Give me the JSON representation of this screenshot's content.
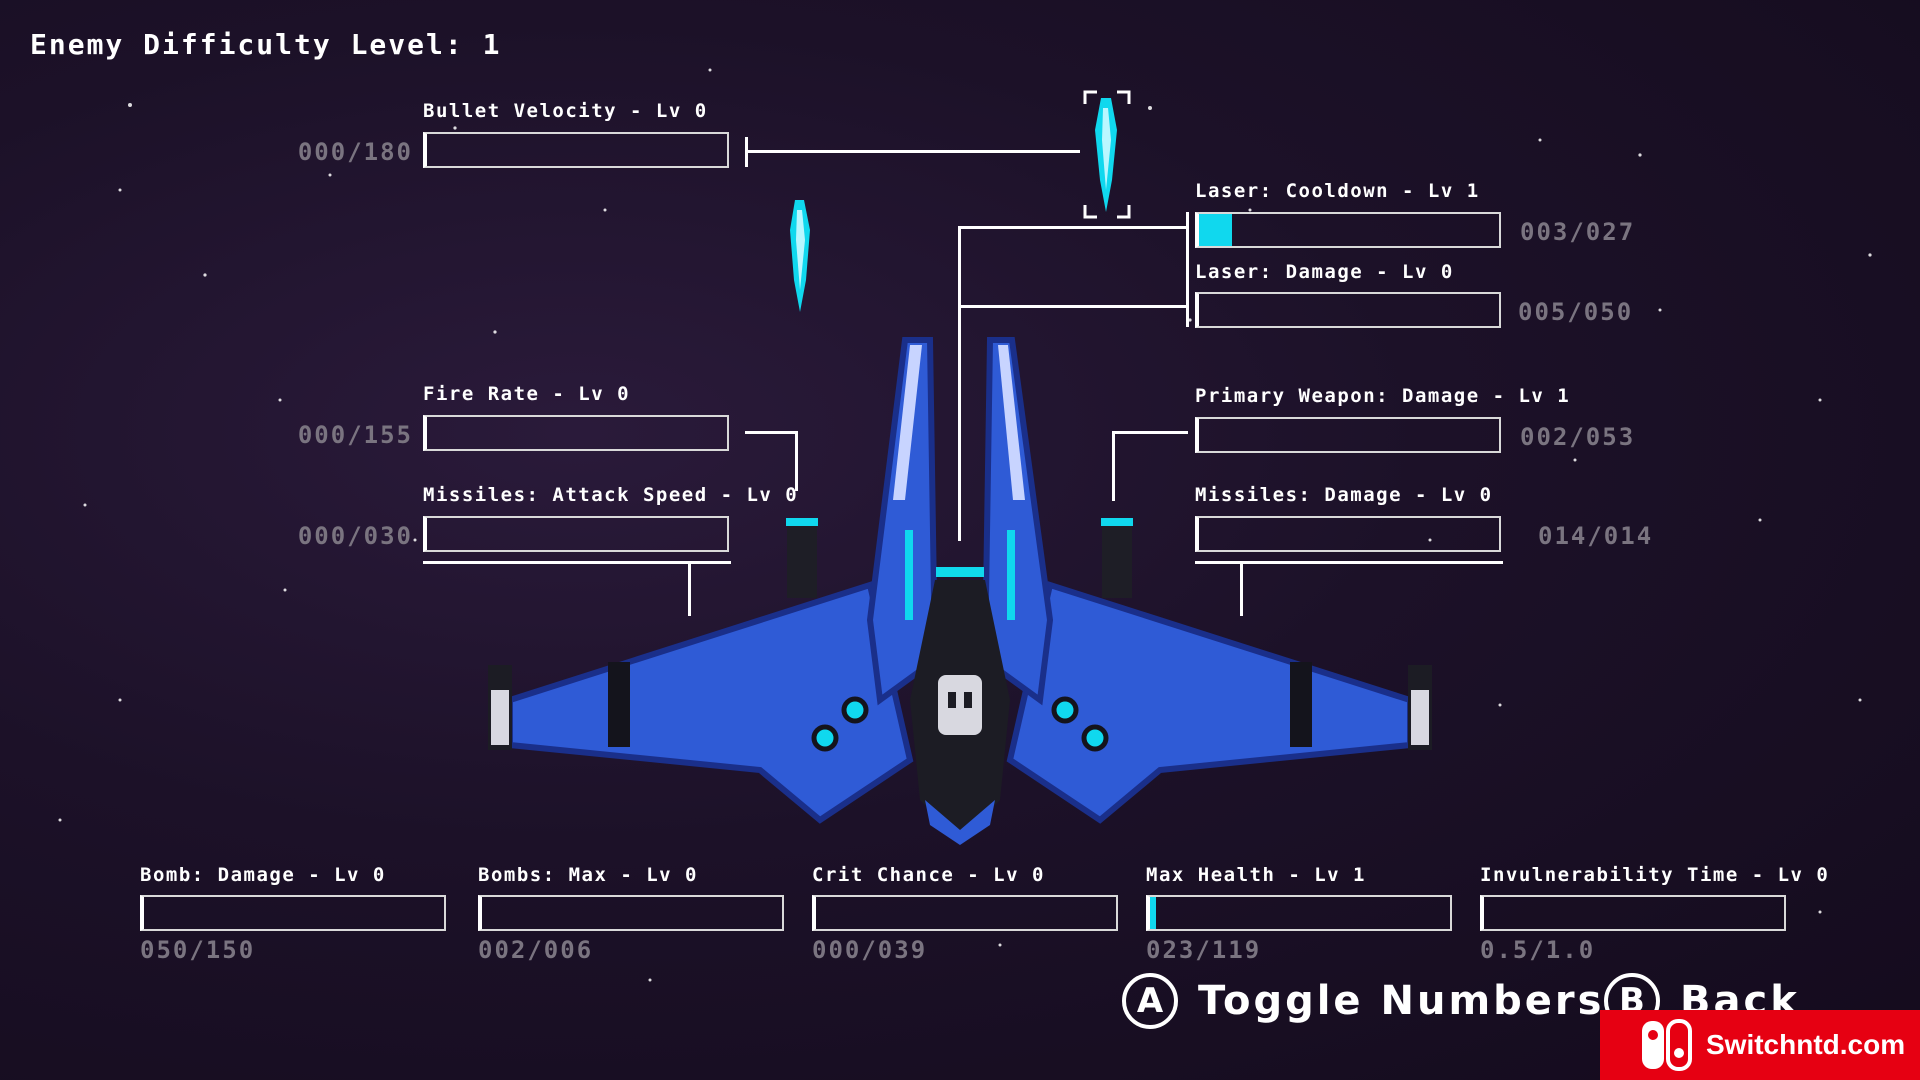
{
  "header": {
    "title": "Enemy Difficulty Level: 1"
  },
  "upgrades": [
    {
      "label": "Bullet Velocity - Lv 0",
      "value": "000/180",
      "progress": 0.0
    },
    {
      "label": "Laser: Cooldown - Lv 1",
      "value": "003/027",
      "progress": 0.111
    },
    {
      "label": "Laser: Damage - Lv 0",
      "value": "005/050",
      "progress": 0.0
    },
    {
      "label": "Fire Rate - Lv 0",
      "value": "000/155",
      "progress": 0.0
    },
    {
      "label": "Primary Weapon: Damage - Lv 1",
      "value": "002/053",
      "progress": 0.0
    },
    {
      "label": "Missiles: Attack Speed - Lv 0",
      "value": "000/030",
      "progress": 0.0
    },
    {
      "label": "Missiles: Damage - Lv 0",
      "value": "014/014",
      "progress": 0.0
    },
    {
      "label": "Bomb: Damage - Lv 0",
      "value": "050/150",
      "progress": 0.0
    },
    {
      "label": "Bombs: Max - Lv 0",
      "value": "002/006",
      "progress": 0.0
    },
    {
      "label": "Crit Chance - Lv 0",
      "value": "000/039",
      "progress": 0.0
    },
    {
      "label": "Max Health - Lv 1",
      "value": "023/119",
      "progress": 0.02
    },
    {
      "label": "Invulnerability Time - Lv 0",
      "value": "0.5/1.0",
      "progress": 0.0
    }
  ],
  "buttons": {
    "toggle": {
      "glyph": "A",
      "label": "Toggle Numbers"
    },
    "back": {
      "glyph": "B",
      "label": "Back"
    }
  },
  "watermark": {
    "text": "Switchntd.com"
  },
  "colors": {
    "fill": "#10d8ee",
    "ship": "#2f5bd6",
    "background": "#1c1128"
  }
}
